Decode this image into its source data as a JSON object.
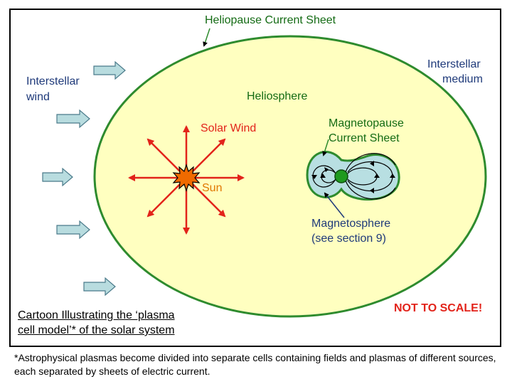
{
  "labels": {
    "heliopause": "Heliopause Current Sheet",
    "interstellar_medium_1": "Interstellar",
    "interstellar_medium_2": "medium",
    "interstellar_wind_1": "Interstellar",
    "interstellar_wind_2": "wind",
    "heliosphere": "Heliosphere",
    "solar_wind": "Solar Wind",
    "sun": "Sun",
    "magnetopause_1": "Magnetopause",
    "magnetopause_2": "Current Sheet",
    "magnetosphere_1": "Magnetosphere",
    "magnetosphere_2": "(see section 9)",
    "not_to_scale": "NOT TO SCALE!",
    "caption_1": "Cartoon Illustrating the ‘plasma",
    "caption_2": "cell model’* of the solar system",
    "footnote": "*Astrophysical plasmas become divided into separate cells containing fields and plasmas of different sources, each separated by sheets of electric current."
  },
  "colors": {
    "heliosphere_fill": "#ffffc0",
    "heliopause_stroke": "#2e8b2e",
    "magnetosphere_fill": "#b8dfe2",
    "earth": "#1f9a1f",
    "solar_wind_arrows": "#e2231a",
    "sun_fill": "#f06a00",
    "wind_arrow_fill": "#b8dcdf",
    "text_navy": "#1f3a7a",
    "text_green": "#146b14",
    "text_red": "#e2231a",
    "text_orange": "#e07800"
  },
  "icons": {
    "sun": "sun-starburst-icon",
    "earth": "earth-dot-icon",
    "wind_arrow": "arrow-right-icon"
  }
}
